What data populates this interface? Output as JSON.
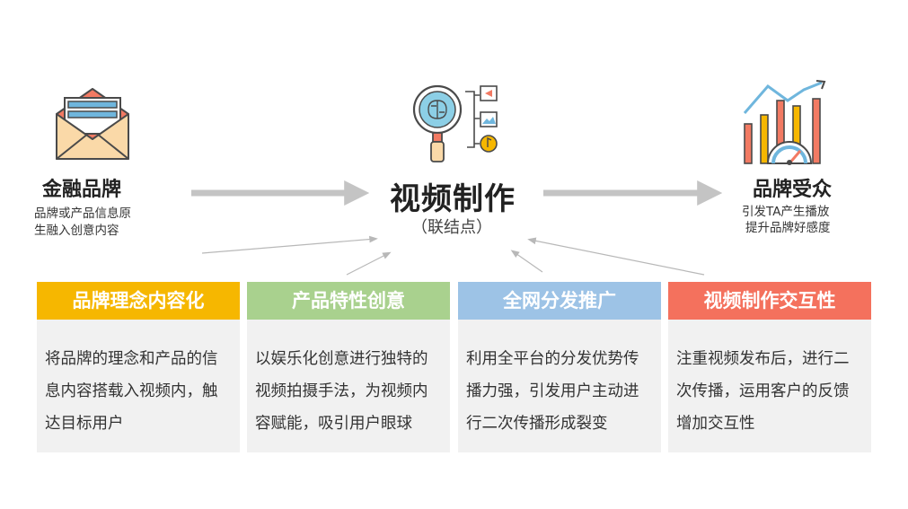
{
  "flow": {
    "left": {
      "title": "金融品牌",
      "desc_line1": "品牌或产品信息原",
      "desc_line2": "生融入创意内容",
      "icon": "envelope-icon"
    },
    "center": {
      "title": "视频制作",
      "subtitle": "（联结点）",
      "icon": "brain-magnifier-icon"
    },
    "right": {
      "title": "品牌受众",
      "desc_line1": "引发TA产生播放",
      "desc_line2": "提升品牌好感度",
      "icon": "growth-chart-gauge-icon"
    }
  },
  "cards": [
    {
      "title": "品牌理念内容化",
      "text": "将品牌的理念和产品的信息内容搭载入视频内，触达目标用户",
      "color": "#f6b700"
    },
    {
      "title": "产品特性创意",
      "text": "以娱乐化创意进行独特的视频拍摄手法，为视频内容赋能，吸引用户眼球",
      "color": "#a9d18e"
    },
    {
      "title": "全网分发推广",
      "text": "利用全平台的分发优势传播力强，引发用户主动进行二次传播形成裂变",
      "color": "#9dc3e6"
    },
    {
      "title": "视频制作交互性",
      "text": "注重视频发布后，进行二次传播，运用客户的反馈增加交互性",
      "color": "#f4715d"
    }
  ],
  "colors": {
    "arrow": "#c4c4c4",
    "connector": "#b8b8b8",
    "icon_outline": "#4a4a4a"
  }
}
